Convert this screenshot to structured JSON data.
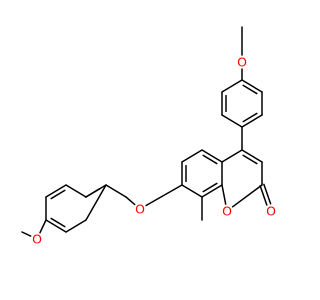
{
  "molecule": {
    "atoms": [
      {
        "id": "o_methoxy_top",
        "label": "O",
        "role": "methoxy oxygen on top phenyl ring"
      },
      {
        "id": "o_ether",
        "label": "O",
        "role": "benzyl ether oxygen"
      },
      {
        "id": "o_methoxy_left",
        "label": "O",
        "role": "methoxy oxygen on benzyl ring"
      },
      {
        "id": "o_ring",
        "label": "O",
        "role": "lactone ring oxygen"
      },
      {
        "id": "o_carbonyl",
        "label": "O",
        "role": "carbonyl oxygen"
      }
    ]
  },
  "colors": {
    "carbon_bond": "#000000",
    "oxygen": "#ff0000",
    "background": "#ffffff"
  }
}
